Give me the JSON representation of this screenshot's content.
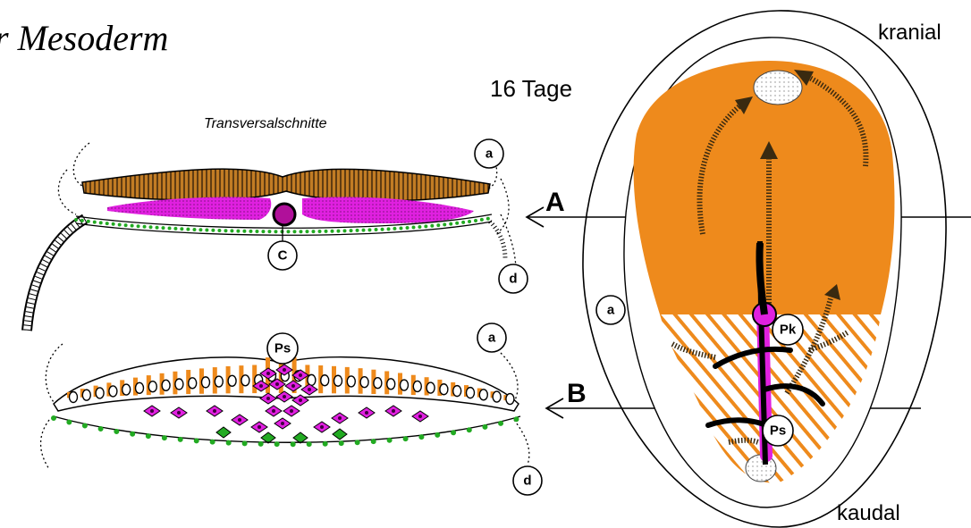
{
  "title": "r Mesoderm",
  "stage": "16 Tage",
  "orientation": {
    "top": "kranial",
    "bottom": "kaudal"
  },
  "sections_heading": "Transversalschnitte",
  "section_labels": {
    "a": "A",
    "b": "B"
  },
  "markers": {
    "a": "a",
    "c": "C",
    "d": "d",
    "pk": "Pk",
    "ps": "Ps"
  },
  "colors": {
    "ectoderm": "#EE8A1C",
    "ectoderm_section": "#B8741E",
    "mesoderm": "#E020E0",
    "endoderm": "#22AA22"
  }
}
